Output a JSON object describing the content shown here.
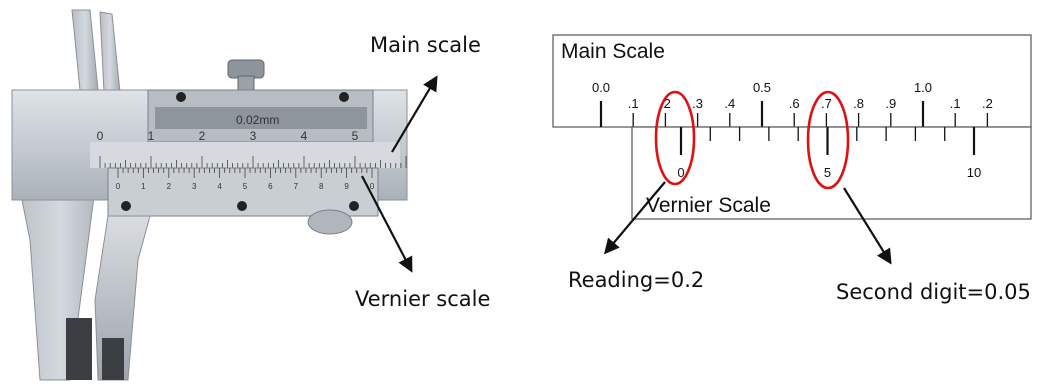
{
  "left_photo": {
    "main_scale_label": "Main scale",
    "vernier_scale_label": "Vernier scale",
    "least_count_engraving": "0.02mm",
    "main_numbers": [
      "0",
      "1",
      "2",
      "3",
      "4",
      "5"
    ],
    "vernier_numbers": [
      "0",
      "1",
      "2",
      "3",
      "4",
      "5",
      "6",
      "7",
      "8",
      "9",
      "0"
    ]
  },
  "diagram": {
    "main_scale_title": "Main Scale",
    "vernier_scale_title": "Vernier Scale",
    "main_ticks": [
      {
        "label": "0.0",
        "major": true
      },
      {
        "label": ".1",
        "major": false
      },
      {
        "label": ".2",
        "major": false
      },
      {
        "label": ".3",
        "major": false
      },
      {
        "label": ".4",
        "major": false
      },
      {
        "label": "0.5",
        "major": true
      },
      {
        "label": ".6",
        "major": false
      },
      {
        "label": ".7",
        "major": false
      },
      {
        "label": ".8",
        "major": false
      },
      {
        "label": ".9",
        "major": false
      },
      {
        "label": "1.0",
        "major": true
      },
      {
        "label": ".1",
        "major": false
      },
      {
        "label": ".2",
        "major": false
      }
    ],
    "vernier_tick_count": 11,
    "vernier_numbers": [
      {
        "label": "0",
        "index": 0
      },
      {
        "label": "5",
        "index": 5
      },
      {
        "label": "10",
        "index": 10
      }
    ],
    "reading_label": "Reading=0.2",
    "second_digit_label": "Second digit=0.05",
    "highlight_color": "#e01010"
  }
}
